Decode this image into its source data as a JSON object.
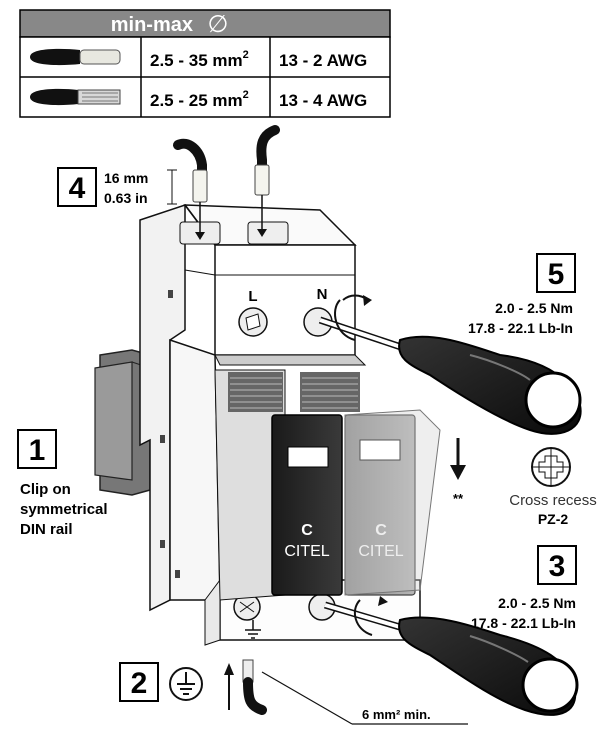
{
  "table": {
    "header": "min-max",
    "header_symbol": "∅",
    "rows": [
      {
        "cable": "flexible-cable-icon",
        "metric": "2.5 - 35 mm",
        "metric_sup": "2",
        "awg": "13 - 2 AWG"
      },
      {
        "cable": "stranded-cable-icon",
        "metric": "2.5 - 25 mm",
        "metric_sup": "2",
        "awg": "13 - 4 AWG"
      }
    ],
    "header_bg": "#888888"
  },
  "steps": {
    "s1": {
      "number": "1",
      "line1": "Clip on",
      "line2": "symmetrical",
      "line3": "DIN rail"
    },
    "s2": {
      "number": "2"
    },
    "s3": {
      "number": "3",
      "torque1": "2.0 - 2.5 Nm",
      "torque2": "17.8 - 22.1 Lb-In"
    },
    "s4": {
      "number": "4",
      "len_mm": "16 mm",
      "len_in": "0.63 in"
    },
    "s5": {
      "number": "5",
      "torque1": "2.0 - 2.5 Nm",
      "torque2": "17.8 - 22.1 Lb-In"
    }
  },
  "terminals": {
    "left": "L",
    "right": "N"
  },
  "brand": {
    "logo_letter": "C",
    "name": "CITEL"
  },
  "cross_recess": {
    "label": "Cross recess",
    "type": "PZ-2"
  },
  "note_mark": "**",
  "ground_wire": {
    "label": "6 mm² min."
  }
}
